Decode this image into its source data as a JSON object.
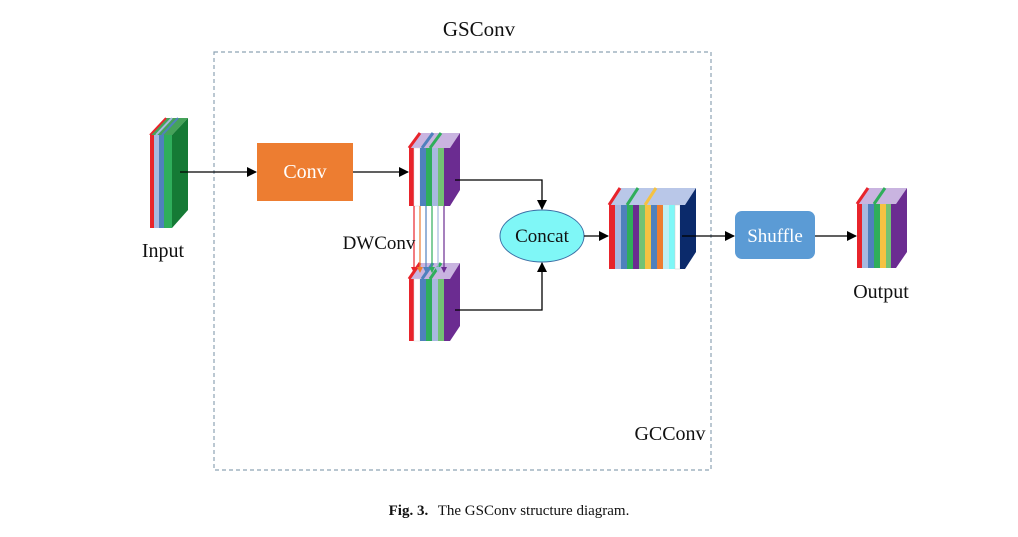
{
  "diagram": {
    "outer_title": "GSConv",
    "inner_label": "GCConv",
    "nodes": {
      "input": "Input",
      "conv": "Conv",
      "dwconv": "DWConv",
      "concat": "Concat",
      "shuffle": "Shuffle",
      "output": "Output"
    },
    "colors": {
      "conv_box": "#ED7D31",
      "concat_ellipse": "#7FF7F7",
      "shuffle_box": "#5B9BD5",
      "border_dash": "#8EA3B5",
      "arrow": "#000000",
      "channels": [
        "#E8242B",
        "#A7B9E0",
        "#4F81BD",
        "#2FAE5B",
        "#73C274",
        "#FFFFFF",
        "#6B2C91"
      ]
    }
  },
  "caption": {
    "label": "Fig. 3.",
    "text": "The GSConv structure diagram."
  }
}
